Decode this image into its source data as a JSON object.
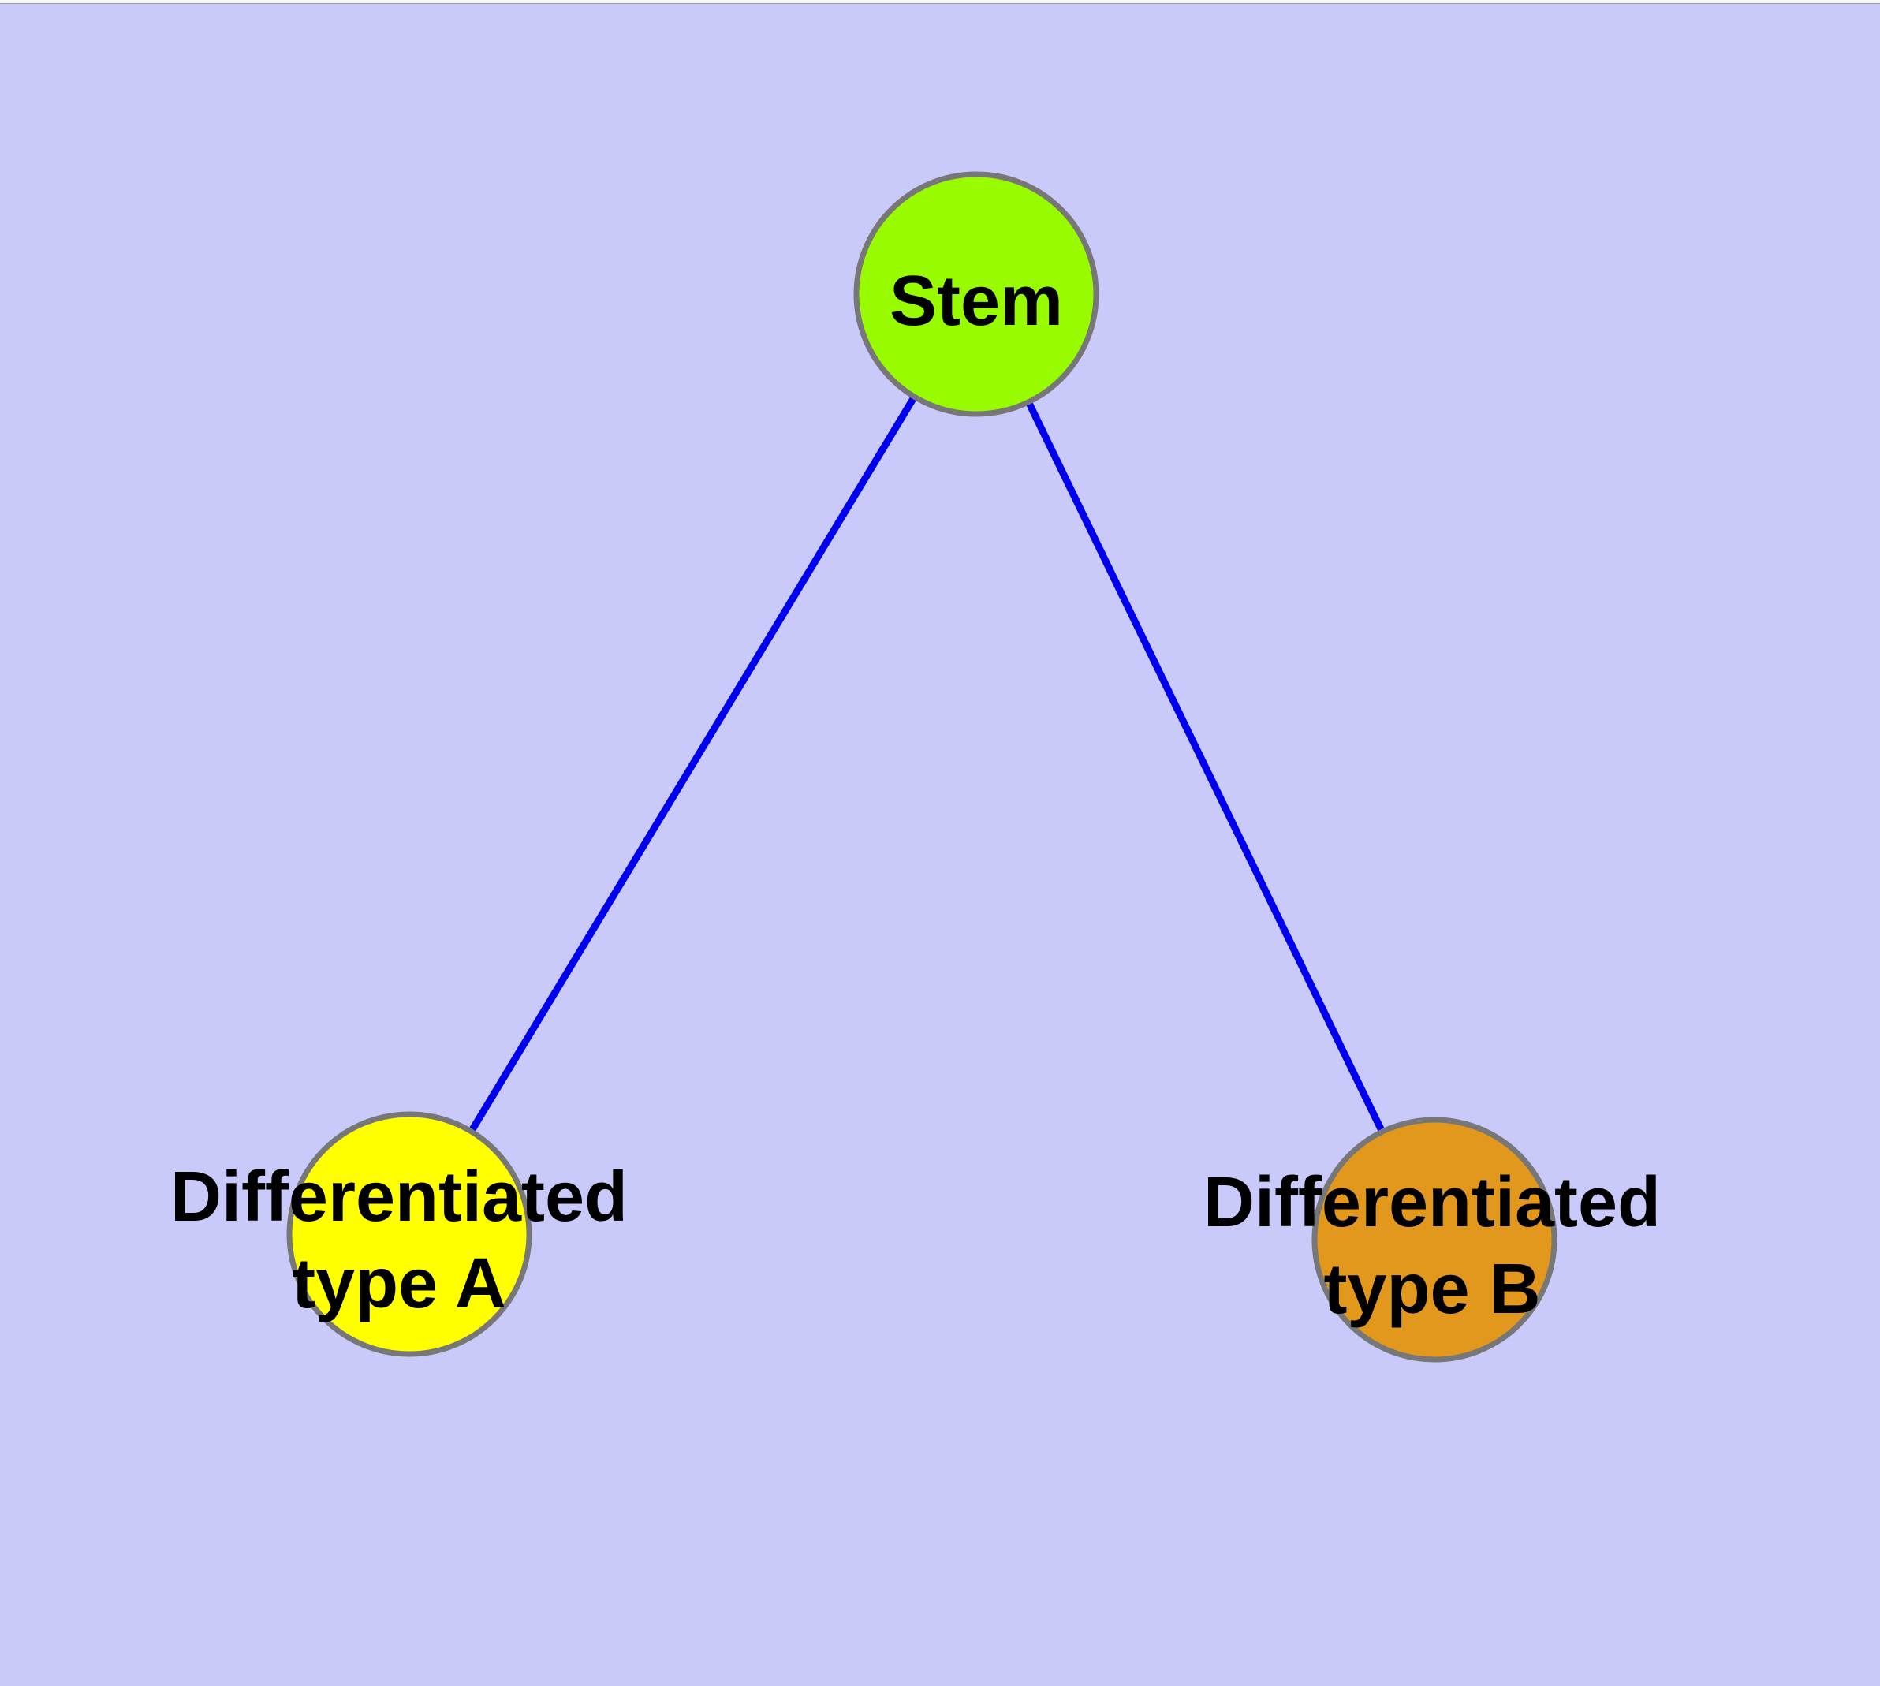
{
  "diagram": {
    "type": "graph",
    "description": "Stem cell differentiation tree with one parent node and two child nodes",
    "background_color": "#c9c9fa",
    "edge_color": "#0000ee",
    "node_border_color": "#777777",
    "label_color": "#000000",
    "frame": {
      "top_strip_color": "#f7f7f7",
      "top_line_color": "#9a9a9a"
    },
    "nodes": [
      {
        "id": "stem",
        "label": "Stem",
        "label_line1": "Stem",
        "label_line2": "",
        "fill": "#98fb00"
      },
      {
        "id": "differentiated-type-a",
        "label": "Differentiated type A",
        "label_line1": "Differentiated",
        "label_line2": "type A",
        "fill": "#ffff00"
      },
      {
        "id": "differentiated-type-b",
        "label": "Differentiated type B",
        "label_line1": "Differentiated",
        "label_line2": "type B",
        "fill": "#e2971d"
      }
    ],
    "edges": [
      {
        "from": "Stem",
        "to": "Differentiated type A"
      },
      {
        "from": "Stem",
        "to": "Differentiated type B"
      }
    ]
  }
}
